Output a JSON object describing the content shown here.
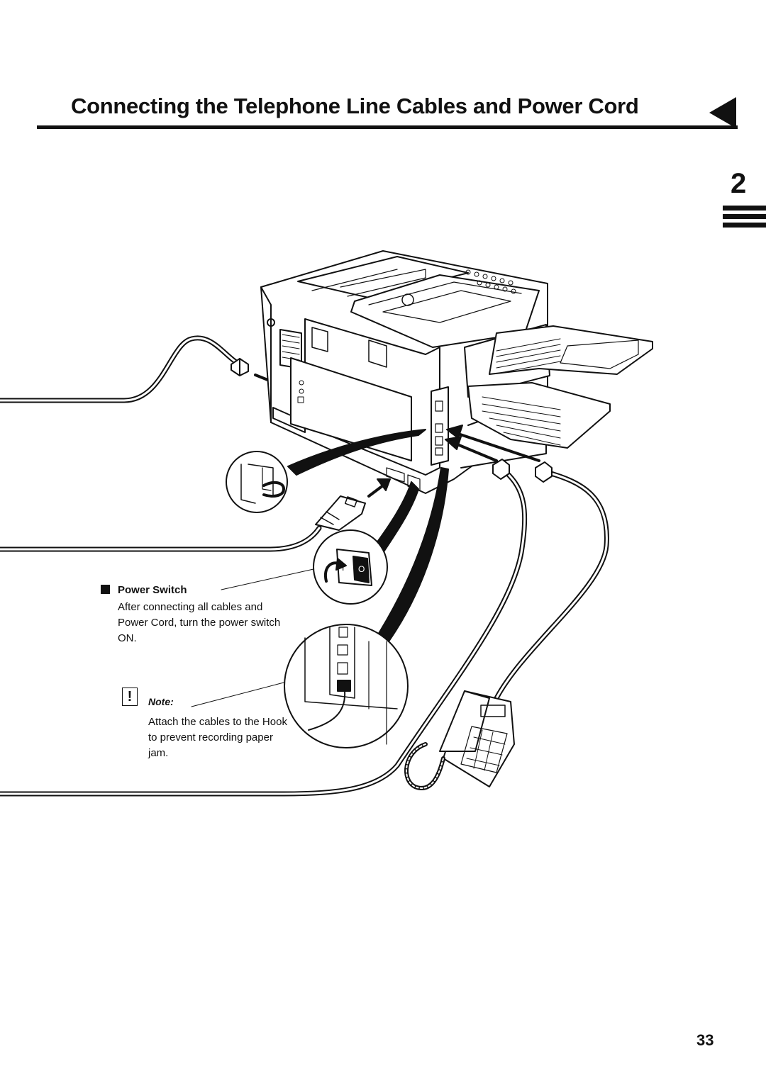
{
  "header": {
    "title": "Connecting the Telephone Line Cables and Power Cord",
    "chapter_number": "2"
  },
  "power_switch": {
    "heading": "Power Switch",
    "body": "After connecting all cables and Power Cord, turn the power switch ON."
  },
  "note": {
    "label": "Note:",
    "icon_glyph": "!",
    "body": "Attach the cables to the Hook to prevent recording paper jam."
  },
  "footer": {
    "page_number": "33"
  },
  "illustration": {
    "depicts": [
      "fax-machine",
      "power-cord",
      "telephone-line-cables",
      "external-telephone",
      "power-switch-callout",
      "cable-hook-callout"
    ],
    "switch_glyphs": [
      "I",
      "O"
    ]
  }
}
